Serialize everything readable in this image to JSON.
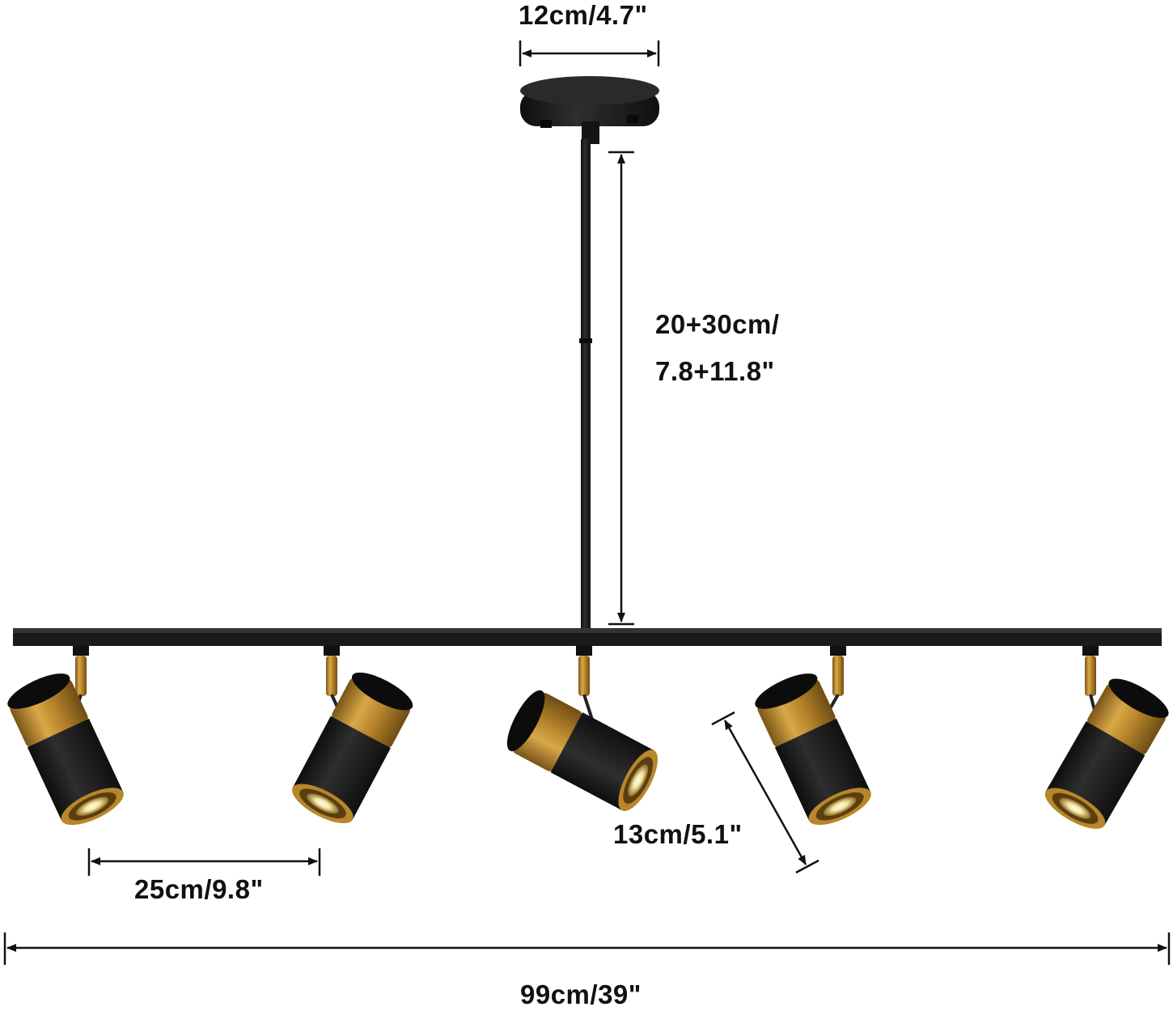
{
  "dimensions": {
    "canopy_width": "12cm/4.7\"",
    "rod_length_line1": "20+30cm/",
    "rod_length_line2": "7.8+11.8\"",
    "lamp_spacing": "25cm/9.8\"",
    "shade_length": "13cm/5.1\"",
    "total_width": "99cm/39\""
  },
  "colors": {
    "matte_black": "#1c1c1c",
    "brass": "#b8862b",
    "bulb_glow": "#f6e7a8",
    "dimension_line": "#111111"
  },
  "fixture": {
    "spotlight_count": 5
  }
}
